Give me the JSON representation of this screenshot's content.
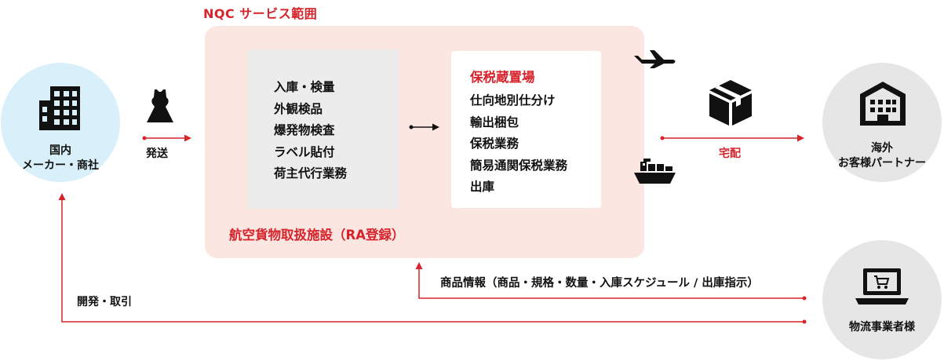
{
  "colors": {
    "accent_red": "#d7232b",
    "scope_fill": "#fbe6e1",
    "gray_box": "#ececec",
    "circle_blue": "#d9eff9",
    "circle_gray": "#e6e6e6",
    "icon_dark": "#111111"
  },
  "scope": {
    "title": "NQC サービス範囲",
    "facility_label": "航空貨物取扱施設（RA登録）"
  },
  "left_node": {
    "icon": "office-building-icon",
    "label_lines": [
      "国内",
      "メーカー・商社"
    ]
  },
  "apparel": {
    "icon": "dress-icon",
    "arrow_label": "発送"
  },
  "gray_box": {
    "items": [
      "入庫・検量",
      "外観検品",
      "爆発物検査",
      "ラベル貼付",
      "荷主代行業務"
    ]
  },
  "bonded_box": {
    "title": "保税蔵置場",
    "items": [
      "仕向地別仕分け",
      "輸出梱包",
      "保税業務",
      "簡易通関保税業務",
      "出庫"
    ]
  },
  "transport": {
    "air_icon": "airplane-icon",
    "sea_icon": "cargo-ship-icon",
    "package_icon": "package-box-icon",
    "arrow_label": "宅配"
  },
  "right_top_node": {
    "icon": "warehouse-building-icon",
    "label_lines": [
      "海外",
      "お客様パートナー"
    ]
  },
  "right_bottom_node": {
    "icon": "laptop-cart-icon",
    "label": "物流事業者様"
  },
  "info_flow": {
    "label": "商品情報（商品・規格・数量・入庫スケジュール / 出庫指示）"
  },
  "dev_flow": {
    "label": "開発・取引"
  }
}
